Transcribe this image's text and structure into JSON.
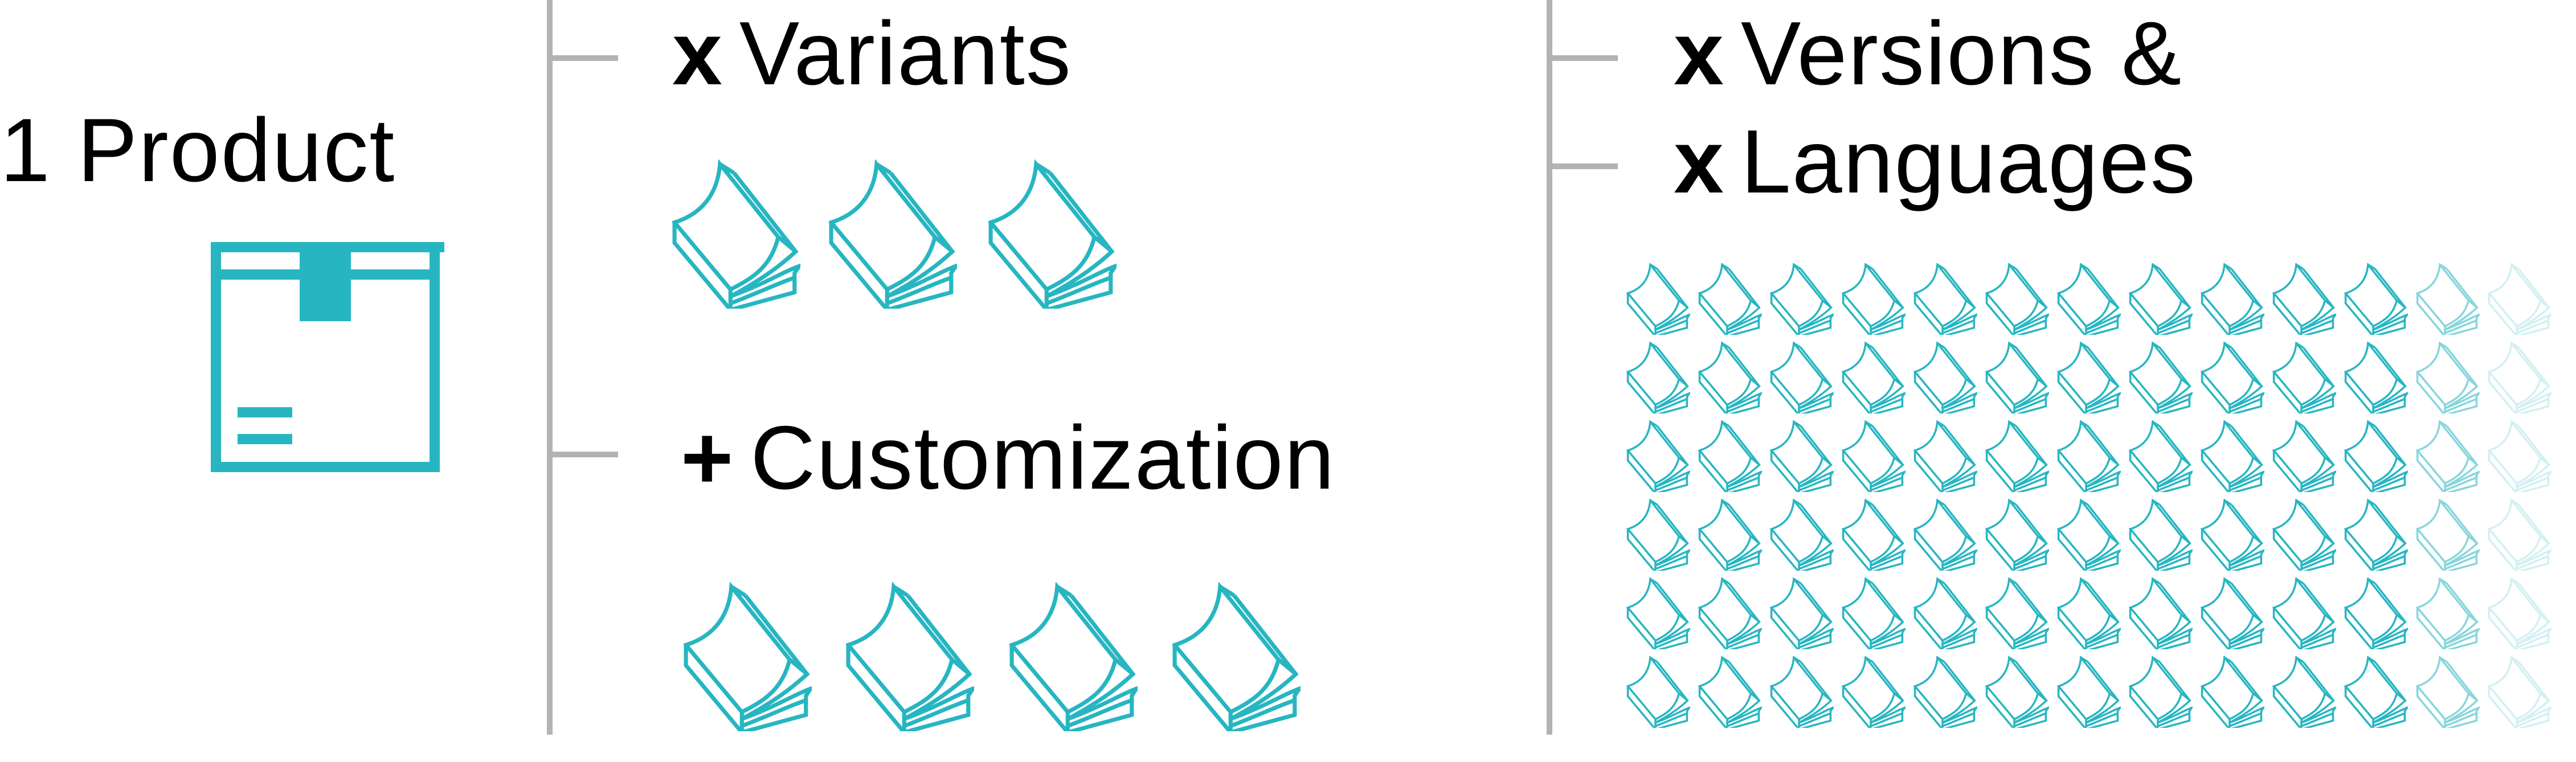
{
  "colors": {
    "accent": "#27b6c1",
    "divider": "#b3b3b3",
    "text": "#000000"
  },
  "product": {
    "label": "1 Product",
    "icon": "package-box-icon"
  },
  "variants": {
    "operator": "x",
    "label": "Variants",
    "icon": "book-icon",
    "count": 3
  },
  "customization": {
    "operator": "+",
    "label": "Customization",
    "icon": "book-icon",
    "count": 4
  },
  "versions": {
    "operator": "x",
    "label": "Versions &"
  },
  "languages": {
    "operator": "x",
    "label": "Languages"
  },
  "book_grid": {
    "icon": "book-icon",
    "rows": 6,
    "columns": 13,
    "fade_columns": [
      {
        "col": 11,
        "opacity": 0.55
      },
      {
        "col": 12,
        "opacity": 0.2
      }
    ]
  }
}
